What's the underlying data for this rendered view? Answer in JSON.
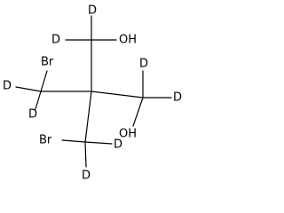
{
  "molecule": {
    "atoms": {
      "d_top": "D",
      "d_top_left": "D",
      "oh_top": "OH",
      "br_top": "Br",
      "d_left": "D",
      "d_left_bottom": "D",
      "d_right_top": "D",
      "d_right": "D",
      "oh_right": "OH",
      "br_bottom": "Br",
      "d_bottom_right": "D",
      "d_bottom": "D"
    }
  }
}
